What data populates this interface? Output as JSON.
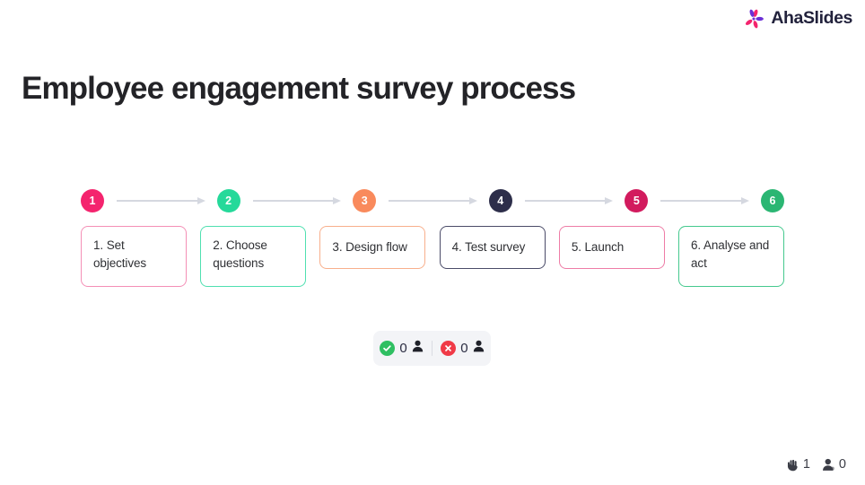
{
  "brand": {
    "name": "AhaSlides",
    "mark_icon": "ahaslides-starburst-icon",
    "mark_color_pink": "#F4246E",
    "mark_color_purple": "#6B2FD6",
    "word_color": "#22223C"
  },
  "slide": {
    "title": "Employee engagement survey process"
  },
  "process": {
    "steps": [
      {
        "number": "1",
        "label": "1. Set objectives",
        "badge_color": "#F4246E",
        "border_color": "#F48FB6",
        "lines": 2
      },
      {
        "number": "2",
        "label": "2. Choose questions",
        "badge_color": "#25D99A",
        "border_color": "#4FE0B0",
        "lines": 2
      },
      {
        "number": "3",
        "label": "3. Design flow",
        "badge_color": "#F98A5C",
        "border_color": "#F8AF8C",
        "lines": 1
      },
      {
        "number": "4",
        "label": "4. Test survey",
        "badge_color": "#2D2E4A",
        "border_color": "#4A4B68",
        "lines": 1
      },
      {
        "number": "5",
        "label": "5. Launch",
        "badge_color": "#D21B5E",
        "border_color": "#EE7CA6",
        "lines": 1
      },
      {
        "number": "6",
        "label": "6. Analyse and act",
        "badge_color": "#2BB673",
        "border_color": "#45C98E",
        "lines": 2
      }
    ],
    "connector_icon": "arrow-right-icon",
    "connector_color": "#D5D8E0"
  },
  "vote_pill": {
    "correct": {
      "icon": "check-circle-icon",
      "count": "0",
      "person_icon": "person-icon",
      "color": "#2FBF62"
    },
    "wrong": {
      "icon": "close-circle-icon",
      "count": "0",
      "person_icon": "person-icon",
      "color": "#F03A47"
    },
    "background_color": "#F3F4F7"
  },
  "footer": {
    "hand_icon": "raised-hand-icon",
    "hand_count": "1",
    "people_icon": "person-icon",
    "people_count": "0"
  }
}
